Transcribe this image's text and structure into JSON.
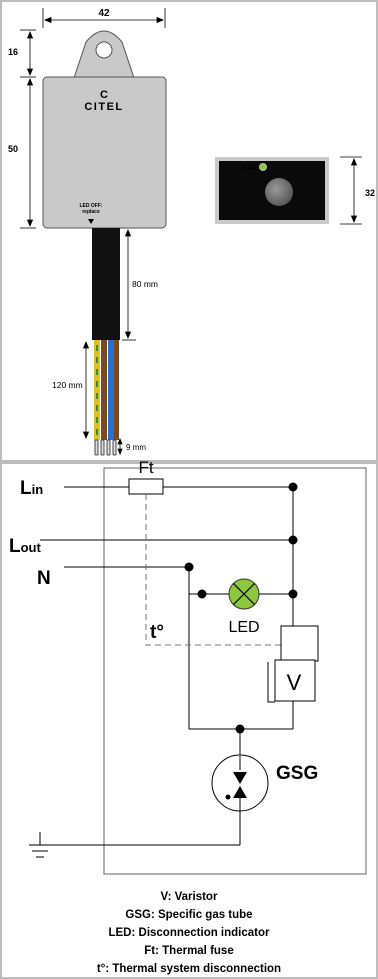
{
  "product": {
    "brand": "CITEL",
    "brand_mark": "C",
    "led_note_line1": "LED OFF:",
    "led_note_line2": "replace"
  },
  "dimensions": {
    "width": "42",
    "tab_height": "16",
    "body_height": "50",
    "cable_length": "80 mm",
    "wire_length": "120 mm",
    "strip_length": "9 mm",
    "side_height": "32"
  },
  "side_view": {
    "led_label": "LED"
  },
  "schematic": {
    "l_in": "L",
    "l_in_sub": "in",
    "l_out": "L",
    "l_out_sub": "out",
    "neutral": "N",
    "fuse": "Ft",
    "thermal": "t°",
    "led": "LED",
    "varistor": "V",
    "gas_tube": "GSG"
  },
  "legend": [
    "V: Varistor",
    "GSG: Specific gas tube",
    "LED: Disconnection indicator",
    "Ft: Thermal fuse",
    "t°: Thermal system disconnection"
  ],
  "colors": {
    "housing": "#c9c9c9",
    "cable": "#111111",
    "led_green": "#8dc63f",
    "wire_brown": "#7a4a1e",
    "wire_blue": "#2a6fc9",
    "wire_yellow": "#e0c020",
    "frame": "#bdbdbd"
  }
}
